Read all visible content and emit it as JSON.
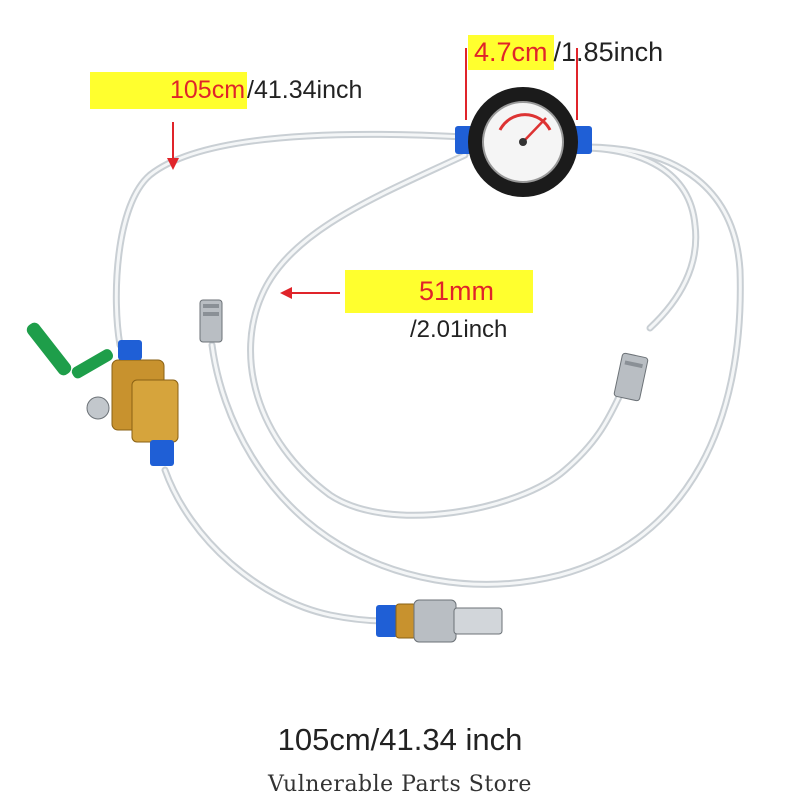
{
  "labels": {
    "hose_top": {
      "highlight": "105cm",
      "rest": "/41.34inch"
    },
    "gauge": {
      "highlight": "4.7cm",
      "rest": "/1.85inch"
    },
    "tube_inner": {
      "highlight": "51mm",
      "rest": "/2.01inch"
    },
    "bottom_caption": "105cm/41.34 inch"
  },
  "store_name": "Vulnerable Parts Store",
  "colors": {
    "highlight": "#ffff2e",
    "arrow": "#e0242a",
    "brass": "#c8922e",
    "valve_handle": "#1e9e4a",
    "fitting_blue": "#1f5fd6"
  }
}
